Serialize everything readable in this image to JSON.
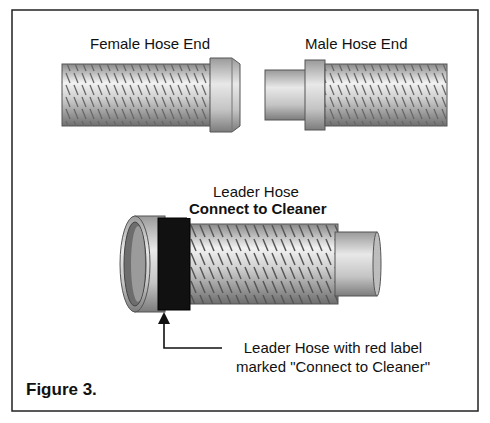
{
  "diagram": {
    "caption": "Figure 3.",
    "labels": [
      "Female Hose End",
      "Male Hose End",
      "Leader Hose",
      "Connect to Cleaner",
      "Leader Hose with red label marked \"Connect to Cleaner\""
    ]
  }
}
